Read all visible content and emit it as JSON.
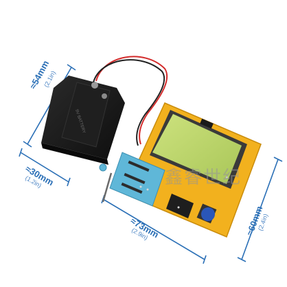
{
  "photo": {
    "subject": "LCR-T4 component tester module with battery holder",
    "colors": {
      "dimension_blue": "#2a6fb6",
      "pcb_yellow": "#f2b11e",
      "lcd_green": "#b8d36a",
      "zif_blue": "#5fb7d8",
      "button_blue": "#2a56b8",
      "holder_black": "#1a1a1a"
    }
  },
  "dimensions": {
    "height_holder": {
      "mm": "≈54mm",
      "inch": "(2.1in)"
    },
    "width_holder": {
      "mm": "≈30mm",
      "inch": "(1.2in)"
    },
    "length_board": {
      "mm": "≈73mm",
      "inch": "(2.9in)"
    },
    "height_board": {
      "mm": "≈60mm",
      "inch": "(2.4in)"
    }
  },
  "watermark": "鑫睿世纪"
}
